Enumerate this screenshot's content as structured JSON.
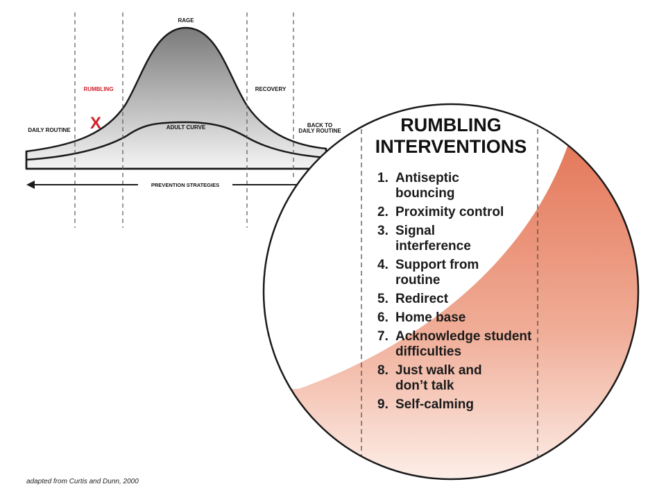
{
  "diagram": {
    "stages": {
      "rage": "RAGE",
      "rumbling": "RUMBLING",
      "recovery": "RECOVERY",
      "daily_routine": "DAILY ROUTINE",
      "back_to_line1": "BACK TO",
      "back_to_line2": "DAILY ROUTINE",
      "adult_curve": "ADULT CURVE"
    },
    "marker": "X",
    "prevention_label": "PREVENTION STRATEGIES",
    "colors": {
      "rumbling_red": "#d0202c",
      "curve_dark": "#7a7a7a",
      "curve_light": "#f2f2f2",
      "salmon": "#e4785a"
    }
  },
  "panel": {
    "title_line1": "RUMBLING",
    "title_line2": "INTERVENTIONS",
    "items": [
      {
        "num": "1.",
        "text": "Antiseptic bouncing"
      },
      {
        "num": "2.",
        "text": "Proximity control"
      },
      {
        "num": "3.",
        "text": "Signal interference"
      },
      {
        "num": "4.",
        "text": "Support from routine"
      },
      {
        "num": "5.",
        "text": "Redirect"
      },
      {
        "num": "6.",
        "text": "Home base"
      },
      {
        "num": "7.",
        "text": "Acknowledge student difficulties"
      },
      {
        "num": "8.",
        "text": "Just walk and don’t talk"
      },
      {
        "num": "9.",
        "text": "Self-calming"
      }
    ]
  },
  "caption": "adapted from Curtis and Dunn, 2000"
}
